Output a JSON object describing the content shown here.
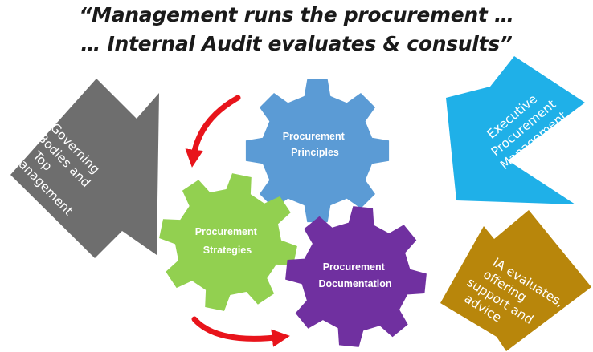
{
  "title": {
    "line1": "“Management runs the procurement …",
    "line2": "… Internal Audit evaluates & consults”"
  },
  "gears": {
    "principles": {
      "line1": "Procurement",
      "line2": "Principles",
      "color": "#5b9bd5"
    },
    "strategies": {
      "line1": "Procurement",
      "line2": "Strategies",
      "color": "#92d050"
    },
    "documentation": {
      "line1": "Procurement",
      "line2": "Documentation",
      "color": "#7030a0"
    }
  },
  "arrows": {
    "governing": {
      "lines": [
        "Governing",
        "Bodies and",
        "Top",
        "Management"
      ],
      "color": "#6e6e6e"
    },
    "executive": {
      "lines": [
        "Executive",
        "Procurement",
        "Management"
      ],
      "color": "#1fb0e8"
    },
    "ia": {
      "lines": [
        "IA evaluates,",
        "offering",
        "support  and",
        "advice"
      ],
      "color": "#b8860b"
    }
  },
  "cycle_arrows_color": "#e8141b",
  "icons": [
    "gear-icon",
    "arrow-callout-icon",
    "cycle-arrow-icon"
  ]
}
